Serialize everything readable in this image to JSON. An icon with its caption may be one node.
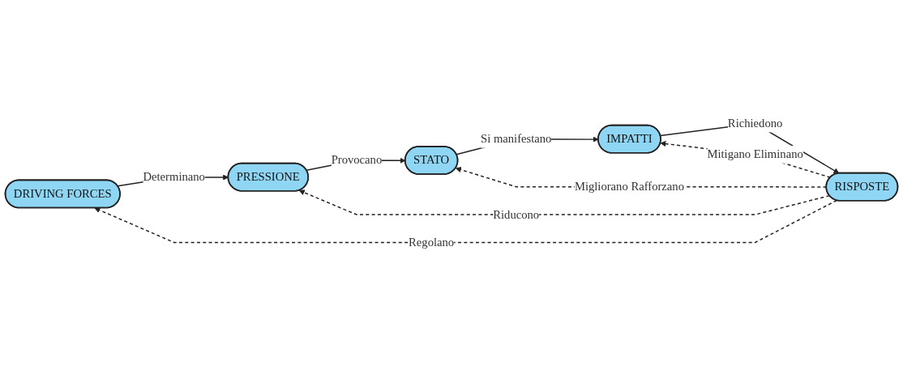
{
  "diagram": {
    "nodes": [
      {
        "text": [
          "DRIVING FORCES"
        ]
      },
      {
        "text": [
          "RISPOSTE"
        ]
      },
      {
        "text": [
          "PRESSIONE"
        ]
      },
      {
        "text": [
          "IMPATTI"
        ]
      },
      {
        "text": [
          "STATO"
        ]
      }
    ],
    "edges": [
      {
        "from": 1,
        "to": 0,
        "arrow": "to",
        "label": "Regolano",
        "style": "dashed"
      },
      {
        "from": 0,
        "to": 2,
        "arrow": "to",
        "label": "Determinano"
      },
      {
        "from": 1,
        "to": 2,
        "arrow": "to",
        "label": "Riducono",
        "style": "dashed"
      },
      {
        "from": 1,
        "to": 3,
        "arrow": "to",
        "label": "Mitigano Eliminano",
        "style": "dashed"
      },
      {
        "from": 3,
        "to": 1,
        "arrow": "to",
        "label": "Richiedono"
      },
      {
        "from": 1,
        "to": 4,
        "arrow": "to",
        "label": "Migliorano Rafforzano",
        "style": "dashed"
      },
      {
        "from": 2,
        "to": 4,
        "arrow": "to",
        "label": "Provocano"
      },
      {
        "from": 4,
        "to": 3,
        "arrow": "to",
        "label": "Si manifestano"
      }
    ]
  }
}
